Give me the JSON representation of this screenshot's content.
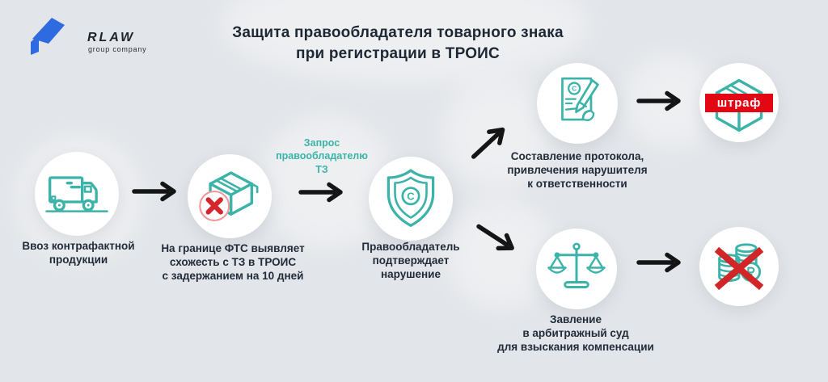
{
  "logo": {
    "brand": "RLAW",
    "tagline": "group company"
  },
  "title": "Защита правообладателя товарного знака\nпри регистрации в ТРОИС",
  "annotations": {
    "request_note": "Запрос\nправообладателю\nТЗ",
    "fine_badge": "штраф"
  },
  "glyphs": {
    "copyright_letter": "C"
  },
  "steps": [
    {
      "name": "counterfeit-import",
      "icon": "truck-icon",
      "caption": "Ввоз контрафактной\nпродукции"
    },
    {
      "name": "customs-detection",
      "icon": "box-rejected-icon",
      "caption": "На границе ФТС выявляет\nсхожесть с ТЗ в ТРОИС\nс задержанием на 10 дней"
    },
    {
      "name": "rightholder-confirmation",
      "icon": "shield-copyright-icon",
      "caption": "Правообладатель\nподтверждает\nнарушение"
    },
    {
      "name": "protocol-drafting",
      "icon": "protocol-document-icon",
      "caption": "Составление протокола,\nпривлечения нарушителя\nк ответственности"
    },
    {
      "name": "fine",
      "icon": "fine-box-icon",
      "caption": ""
    },
    {
      "name": "arbitration-claim",
      "icon": "scales-icon",
      "caption": "Завление\nв арбитражный суд\nдля взыскания компенсации"
    },
    {
      "name": "compensation-seized",
      "icon": "coins-crossed-icon",
      "caption": ""
    }
  ],
  "colors": {
    "background": "#e2e5e9",
    "teal": "#3bb3a8",
    "dark_text": "#222c39",
    "arrow_black": "#151515",
    "alert_red": "#d4262c",
    "banner_red": "#e30613",
    "logo_blue": "#2e6be0",
    "circle_white": "#ffffff"
  }
}
